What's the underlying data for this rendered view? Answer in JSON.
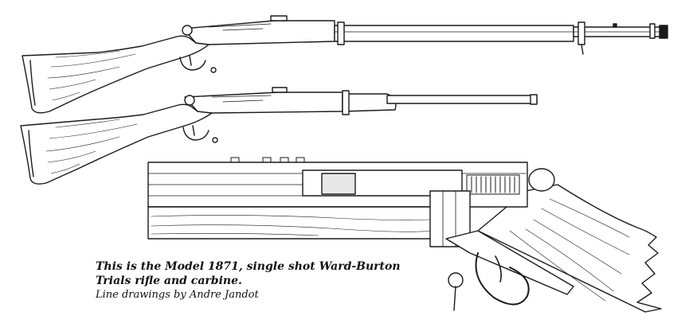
{
  "caption": {
    "line1": "This is the Model 1871, single shot Ward-Burton",
    "line2": "Trials rifle and carbine.",
    "credit": "Line drawings by Andre Jandot"
  },
  "colors": {
    "ink": "#1a1a1a",
    "paper": "#ffffff",
    "shade": "#e8e8e8"
  }
}
